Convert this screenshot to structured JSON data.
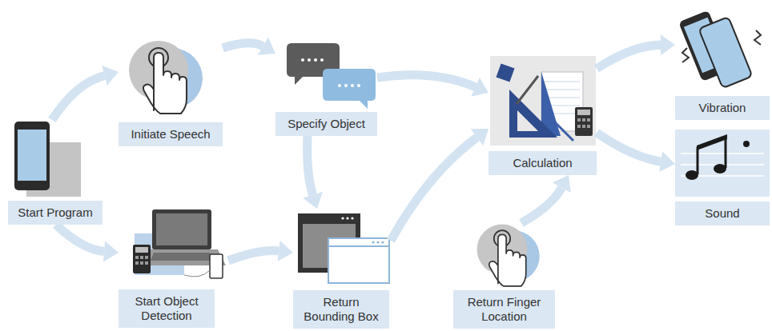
{
  "diagram": {
    "nodes": [
      {
        "text": [
          "Start Program"
        ]
      },
      {
        "text": [
          "Initiate Speech"
        ]
      },
      {
        "text": [
          "Specify Object"
        ]
      },
      {
        "text": [
          "Start Object Detection"
        ]
      },
      {
        "text": [
          "Return Bounding Box"
        ]
      },
      {
        "text": [
          "Calculation"
        ]
      },
      {
        "text": [
          "Return Finger Location"
        ]
      },
      {
        "text": [
          "Vibration"
        ]
      },
      {
        "text": [
          "Sound"
        ]
      }
    ],
    "edges": [
      {
        "from": 0,
        "to": 1,
        "arrow": "to"
      },
      {
        "from": 0,
        "to": 3,
        "arrow": "to"
      },
      {
        "from": 1,
        "to": 2,
        "arrow": "to"
      },
      {
        "from": 2,
        "to": 5,
        "arrow": "to"
      },
      {
        "from": 2,
        "to": 4,
        "arrow": "to"
      },
      {
        "from": 3,
        "to": 4,
        "arrow": "to"
      },
      {
        "from": 4,
        "to": 5,
        "arrow": "to"
      },
      {
        "from": 6,
        "to": 5,
        "arrow": "to"
      },
      {
        "from": 5,
        "to": 7,
        "arrow": "to"
      },
      {
        "from": 5,
        "to": 8,
        "arrow": "to"
      }
    ]
  }
}
